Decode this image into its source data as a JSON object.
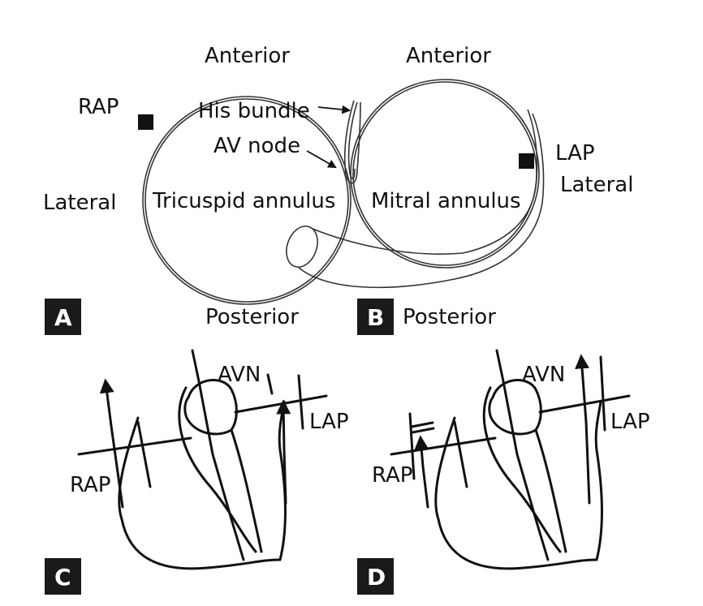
{
  "panel_a": {
    "top_label": "Anterior",
    "left_label": "Lateral",
    "bottom_label": "Posterior",
    "rap_label": "RAP",
    "annulus_label": "Tricuspid annulus",
    "his_label": "His bundle",
    "avnode_label": "AV node",
    "letter": "A"
  },
  "panel_b": {
    "top_label": "Anterior",
    "right_label": "Lateral",
    "bottom_label": "Posterior",
    "lap_label": "LAP",
    "annulus_label": "Mitral annulus",
    "letter": "B"
  },
  "panel_c": {
    "avn_label": "AVN",
    "lap_label": "LAP",
    "rap_label": "RAP",
    "letter": "C"
  },
  "panel_d": {
    "avn_label": "AVN",
    "lap_label": "LAP",
    "rap_label": "RAP",
    "letter": "D"
  },
  "colors": {
    "ink": "#111111",
    "panel_letter_bg": "#1a1a1a"
  }
}
